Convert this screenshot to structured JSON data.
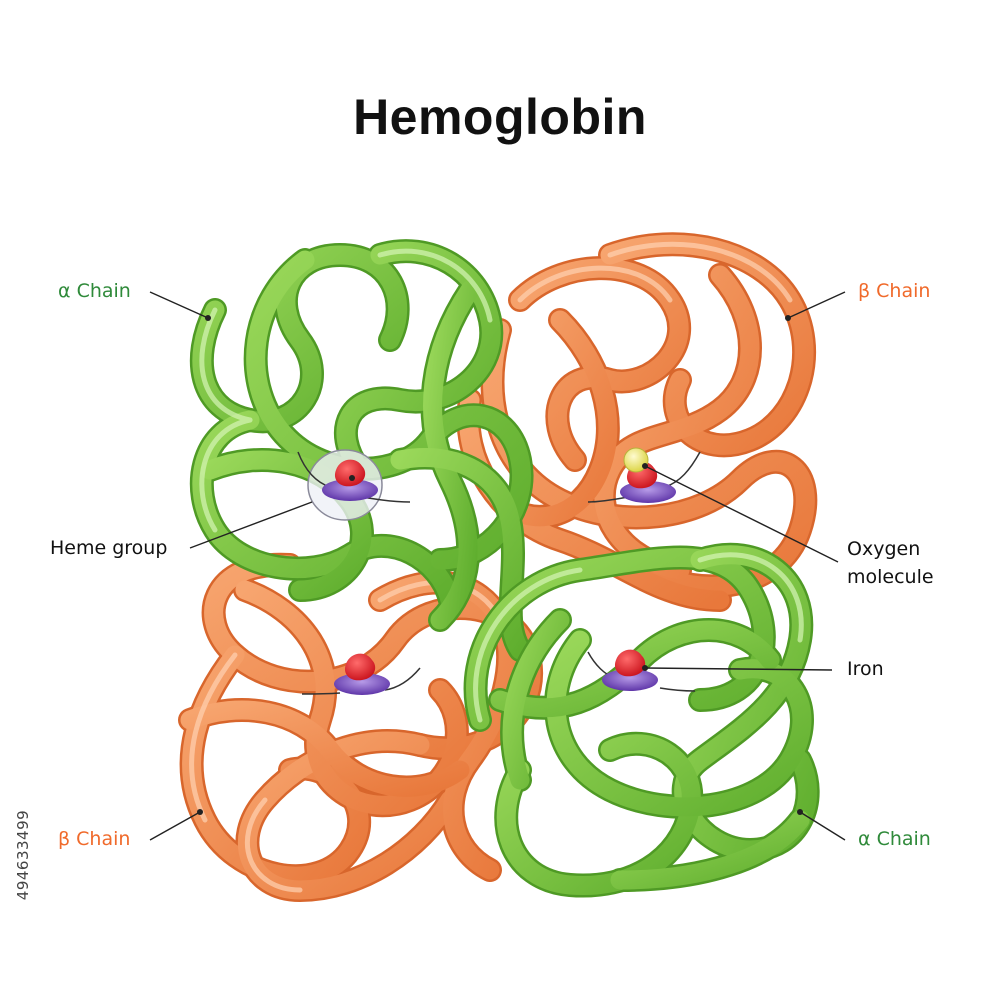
{
  "title": "Hemoglobin",
  "labels": {
    "alpha_top": "α Chain",
    "beta_top": "β Chain",
    "beta_bottom": "β Chain",
    "alpha_bottom": "α Chain",
    "heme_group": "Heme group",
    "oxygen_line1": "Oxygen",
    "oxygen_line2": "molecule",
    "iron": "Iron"
  },
  "stock_id": "494633499",
  "colors": {
    "alpha_chain": "#7cc242",
    "beta_chain": "#f29055",
    "label_green": "#2f8a3a",
    "label_orange": "#f06a2b",
    "heme_disk": "#8a62c7",
    "iron": "#e0202a",
    "oxygen": "#f3ef6a"
  }
}
